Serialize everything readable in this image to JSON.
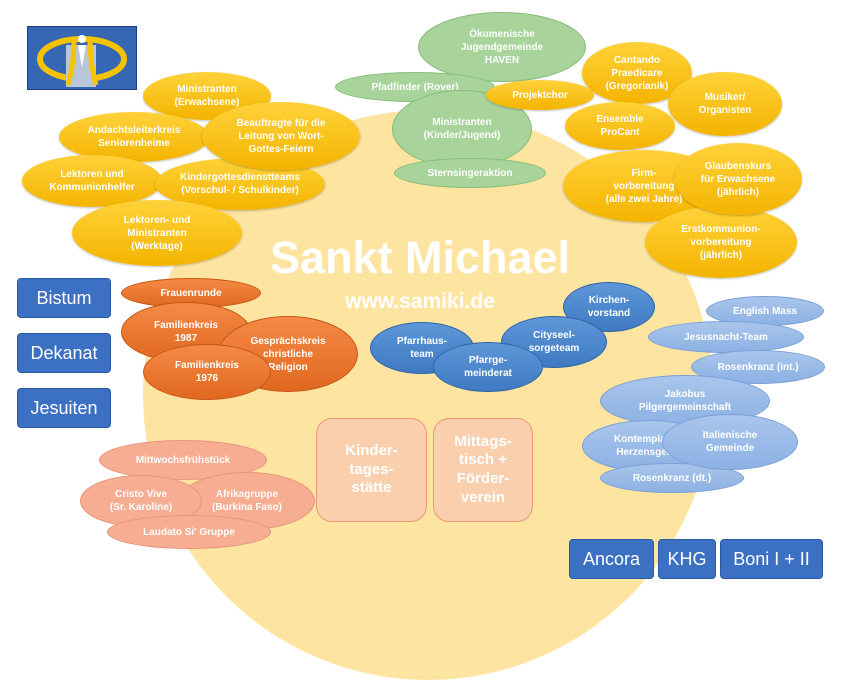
{
  "center": {
    "title": "Sankt Michael",
    "url": "www.samiki.de"
  },
  "logo": {
    "icon": "parish-logo-icon"
  },
  "gold_top_left": [
    "Ministranten\n(Erwachsene)",
    "Andachtsleiterkreis\nSeniorenheime",
    "Beauftragte für die\nLeitung von Wort-\nGottes-Feiern",
    "Lektoren und\nKommunionhelfer",
    "Kindergottesdienstteams\n(Vorschul- / Schulkinder)",
    "Lektoren- und\nMinistranten\n(Werktage)"
  ],
  "green_top": [
    "Ökumenische\nJugendgemeinde\nHAVEN",
    "Pfadfinder (Rover)",
    "Ministranten\n(Kinder/Jugend)",
    "Sternsingeraktion"
  ],
  "gold_top_right": [
    "Cantando\nPraedicare\n(Gregorianik)",
    "Projektchor",
    "Musiker/\nOrganisten",
    "Ensemble\nProCant"
  ],
  "gold_right": [
    "Firm-\nvorbereitung\n(alle zwei Jahre)",
    "Glaubenskurs\nfür Erwachsene\n(jährlich)",
    "Erstkommunion-\nvorbereitung\n(jährlich)"
  ],
  "orange_left": [
    "Frauenrunde",
    "Familienkreis\n1987",
    "Gesprächskreis\nchristliche\nReligion",
    "Familienkreis\n1976"
  ],
  "blue_center": [
    "Kirchen-\nvorstand",
    "Cityseel-\nsorgeteam",
    "Pfarrhaus-\nteam",
    "Pfarrge-\nmeinderat"
  ],
  "lblue_right": [
    "English Mass",
    "Jesusnacht-Team",
    "Rosenkranz (int.)",
    "Jakobus\nPilgergemeinschaft",
    "Kontemplation\nHerzensgebet",
    "Italienische\nGemeinde",
    "Rosenkranz (dt.)"
  ],
  "salmon_bottom_left": [
    "Mittwochsfrühstück",
    "Cristo Vive\n(Sr. Karoline)",
    "Afrikagruppe\n(Burkina Faso)",
    "Laudato Si' Gruppe"
  ],
  "peach_boxes": [
    "Kinder-\ntages-\nstätte",
    "Mittags-\ntisch +\nFörder-\nverein"
  ],
  "left_buttons": [
    "Bistum",
    "Dekanat",
    "Jesuiten"
  ],
  "bottom_buttons": [
    "Ancora",
    "KHG",
    "Boni I + II"
  ]
}
